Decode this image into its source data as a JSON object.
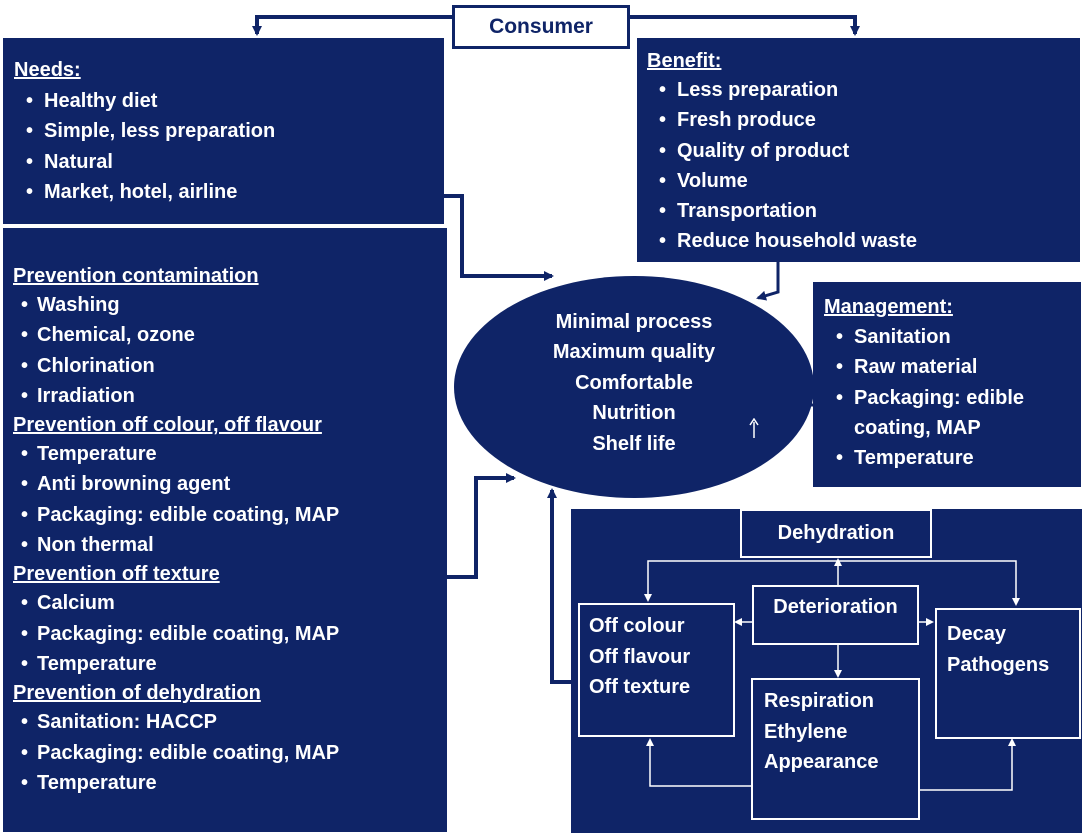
{
  "consumer": "Consumer",
  "needs": {
    "heading": "Needs:",
    "items": [
      "Healthy diet",
      "Simple, less preparation",
      "Natural",
      "Market, hotel, airline"
    ]
  },
  "benefit": {
    "heading": "Benefit:",
    "items": [
      "Less preparation",
      "Fresh produce",
      "Quality of product",
      "Volume",
      "Transportation",
      "Reduce household waste"
    ]
  },
  "prevention": {
    "sections": [
      {
        "heading": "Prevention contamination",
        "items": [
          "Washing",
          "Chemical, ozone",
          "Chlorination",
          "Irradiation"
        ]
      },
      {
        "heading": "Prevention off colour, off flavour",
        "items": [
          "Temperature",
          "Anti browning agent",
          "Packaging: edible coating, MAP",
          "Non thermal"
        ]
      },
      {
        "heading": "Prevention off texture",
        "items": [
          "Calcium",
          "Packaging: edible coating, MAP",
          "Temperature"
        ]
      },
      {
        "heading": "Prevention of dehydration",
        "items": [
          "Sanitation: HACCP",
          "Packaging: edible coating, MAP",
          "Temperature"
        ]
      }
    ]
  },
  "center": {
    "lines": [
      "Minimal process",
      "Maximum quality",
      "Comfortable",
      "Nutrition",
      "Shelf life"
    ]
  },
  "management": {
    "heading": "Management:",
    "items": [
      "Sanitation",
      "Raw material",
      "Packaging: edible coating, MAP",
      "Temperature"
    ]
  },
  "deterioration_panel": {
    "dehydration": "Dehydration",
    "deterioration": "Deterioration",
    "off_quality": [
      "Off colour",
      "Off flavour",
      "Off texture"
    ],
    "decay": [
      "Decay",
      "Pathogens"
    ],
    "respiration": [
      "Respiration",
      "Ethylene",
      "Appearance"
    ]
  },
  "colors": {
    "navy": "#0f2467",
    "white": "#ffffff"
  }
}
